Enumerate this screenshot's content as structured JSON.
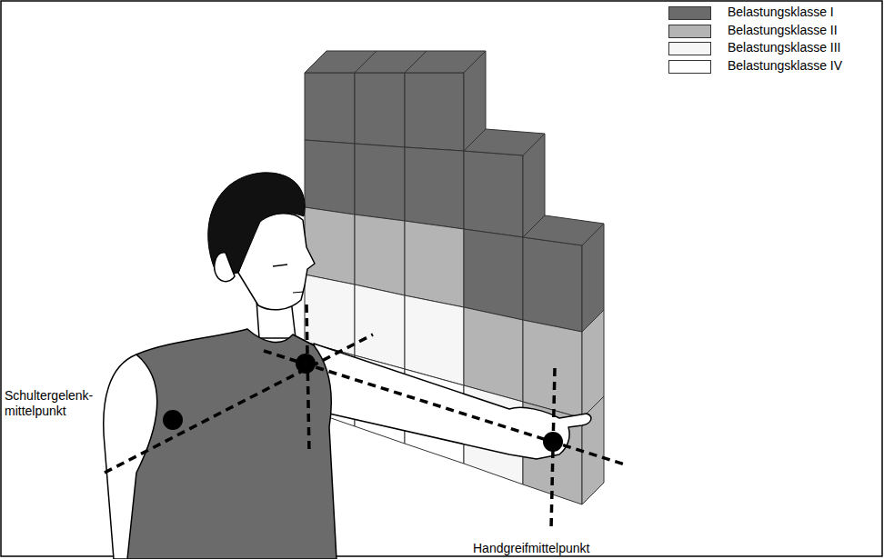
{
  "diagram": {
    "labels": [
      "Schultergelenk- mittelpunkt",
      "Handgreifmittelpunkt"
    ],
    "legend": [
      {
        "text": "Belastungsklasse I",
        "color": "#6b6b6b"
      },
      {
        "text": "Belastungsklasse II",
        "color": "#b4b4b4"
      },
      {
        "text": "Belastungsklasse III",
        "color": "#f6f6f6"
      },
      {
        "text": "Belastungsklasse IV",
        "color": "#ffffff"
      }
    ]
  }
}
